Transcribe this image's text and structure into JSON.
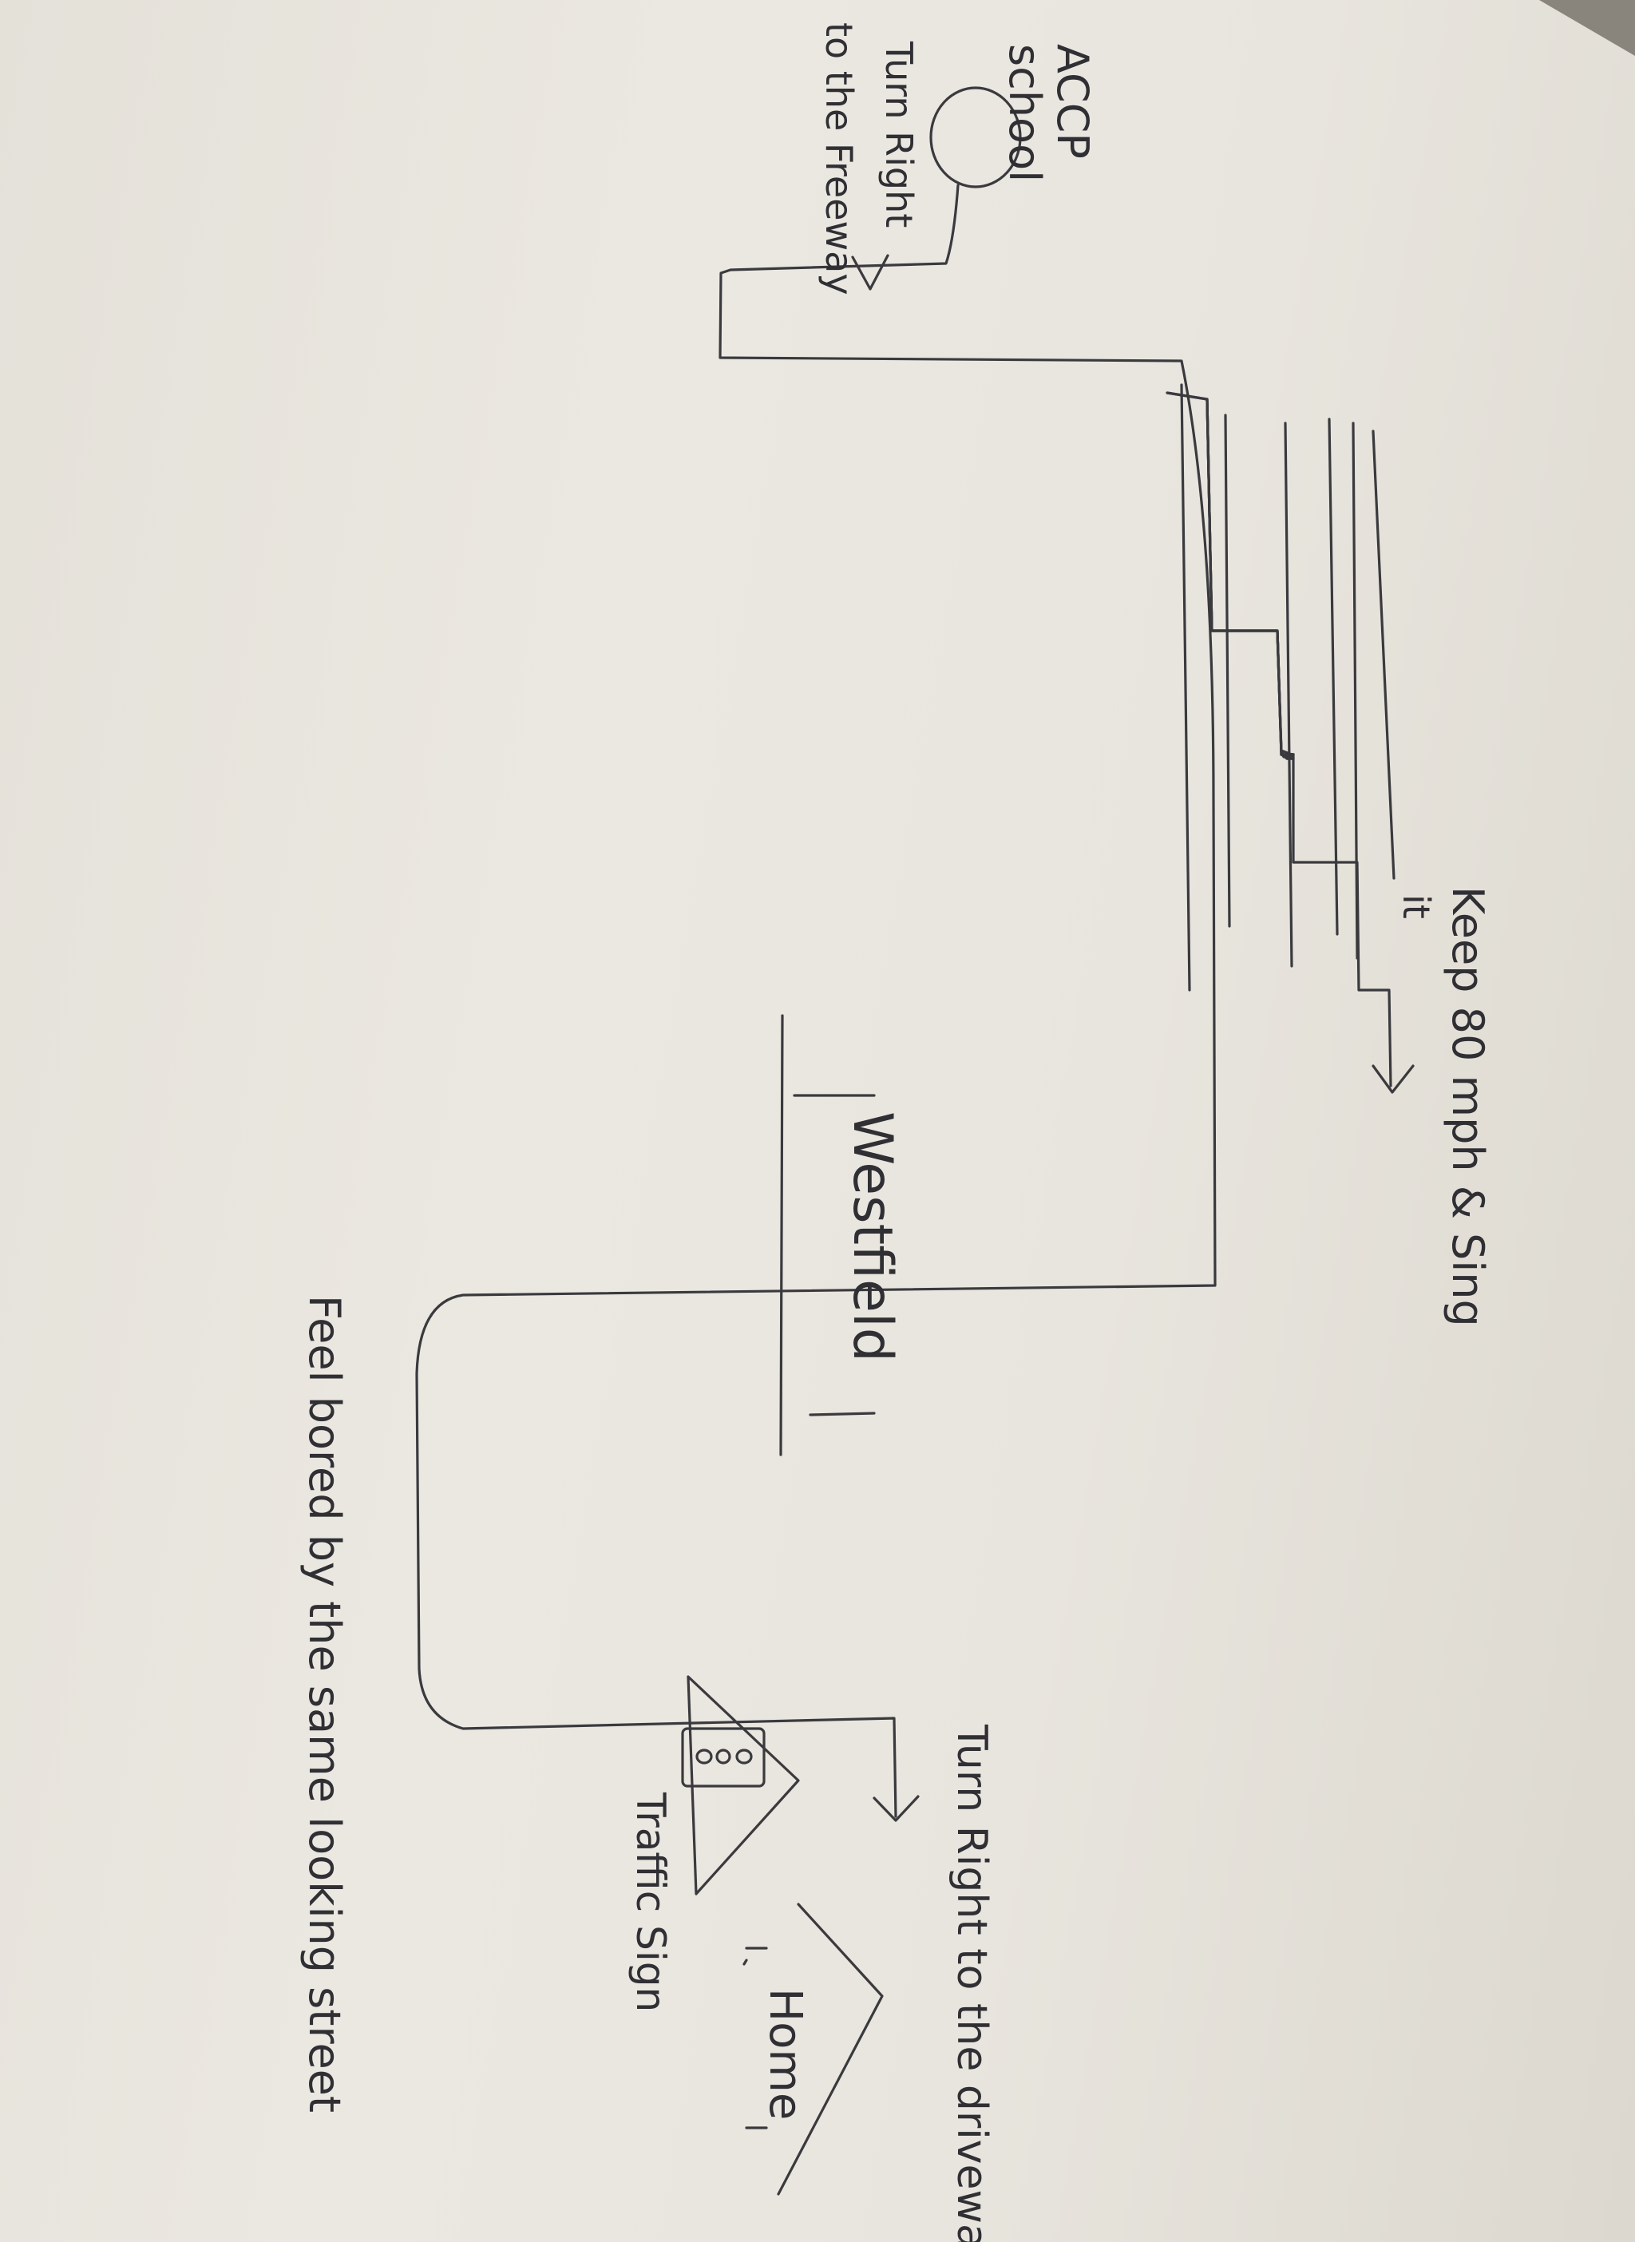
{
  "labels": {
    "school_line1": "ACCP",
    "school_line2": "school",
    "turn_right_freeway_line1": "Turn Right",
    "turn_right_freeway_line2": "to the Freeway",
    "keep_speed_line1": "Keep 80 mph & Sing",
    "keep_speed_line2": "it",
    "westfield": "Westfield",
    "feel_bored": "Feel bored by the same looking street",
    "turn_right_driveway": "Turn Right to the driveway",
    "traffic_sign": "Traffic Sign",
    "home": "Home"
  },
  "colors": {
    "paper": "#e9e6df",
    "ink": "#3a3a3e"
  }
}
